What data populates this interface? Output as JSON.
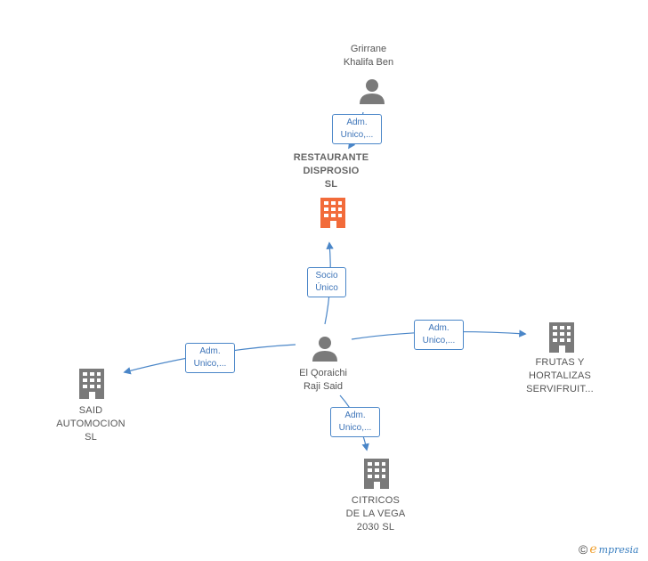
{
  "nodes": {
    "grirrane": {
      "label": "Grirrane\nKhalifa Ben",
      "type": "person"
    },
    "restaurante": {
      "label": "RESTAURANTE\nDISPROSIO\nSL",
      "type": "company-main",
      "color": "#f26b3a"
    },
    "qoraichi": {
      "label": "El Qoraichi\nRaji Said",
      "type": "person"
    },
    "frutas": {
      "label": "FRUTAS Y\nHORTALIZAS\nSERVIFRUIT...",
      "type": "company"
    },
    "said": {
      "label": "SAID\nAUTOMOCION\nSL",
      "type": "company"
    },
    "citricos": {
      "label": "CITRICOS\nDE LA VEGA\n2030  SL",
      "type": "company"
    }
  },
  "edges": {
    "grirrane_restaurante": {
      "label": "Adm.\nUnico,..."
    },
    "qoraichi_restaurante": {
      "label": "Socio\nÚnico"
    },
    "qoraichi_frutas": {
      "label": "Adm.\nUnico,..."
    },
    "qoraichi_said": {
      "label": "Adm.\nUnico,..."
    },
    "qoraichi_citricos": {
      "label": "Adm.\nUnico,..."
    }
  },
  "colors": {
    "edge": "#4a86c8",
    "person_icon": "#7a7a7a",
    "company_icon": "#7a7a7a",
    "main_company_icon": "#f26b3a"
  },
  "footer": {
    "copyright": "©",
    "brand_initial": "e",
    "brand_rest": "mpresia"
  }
}
